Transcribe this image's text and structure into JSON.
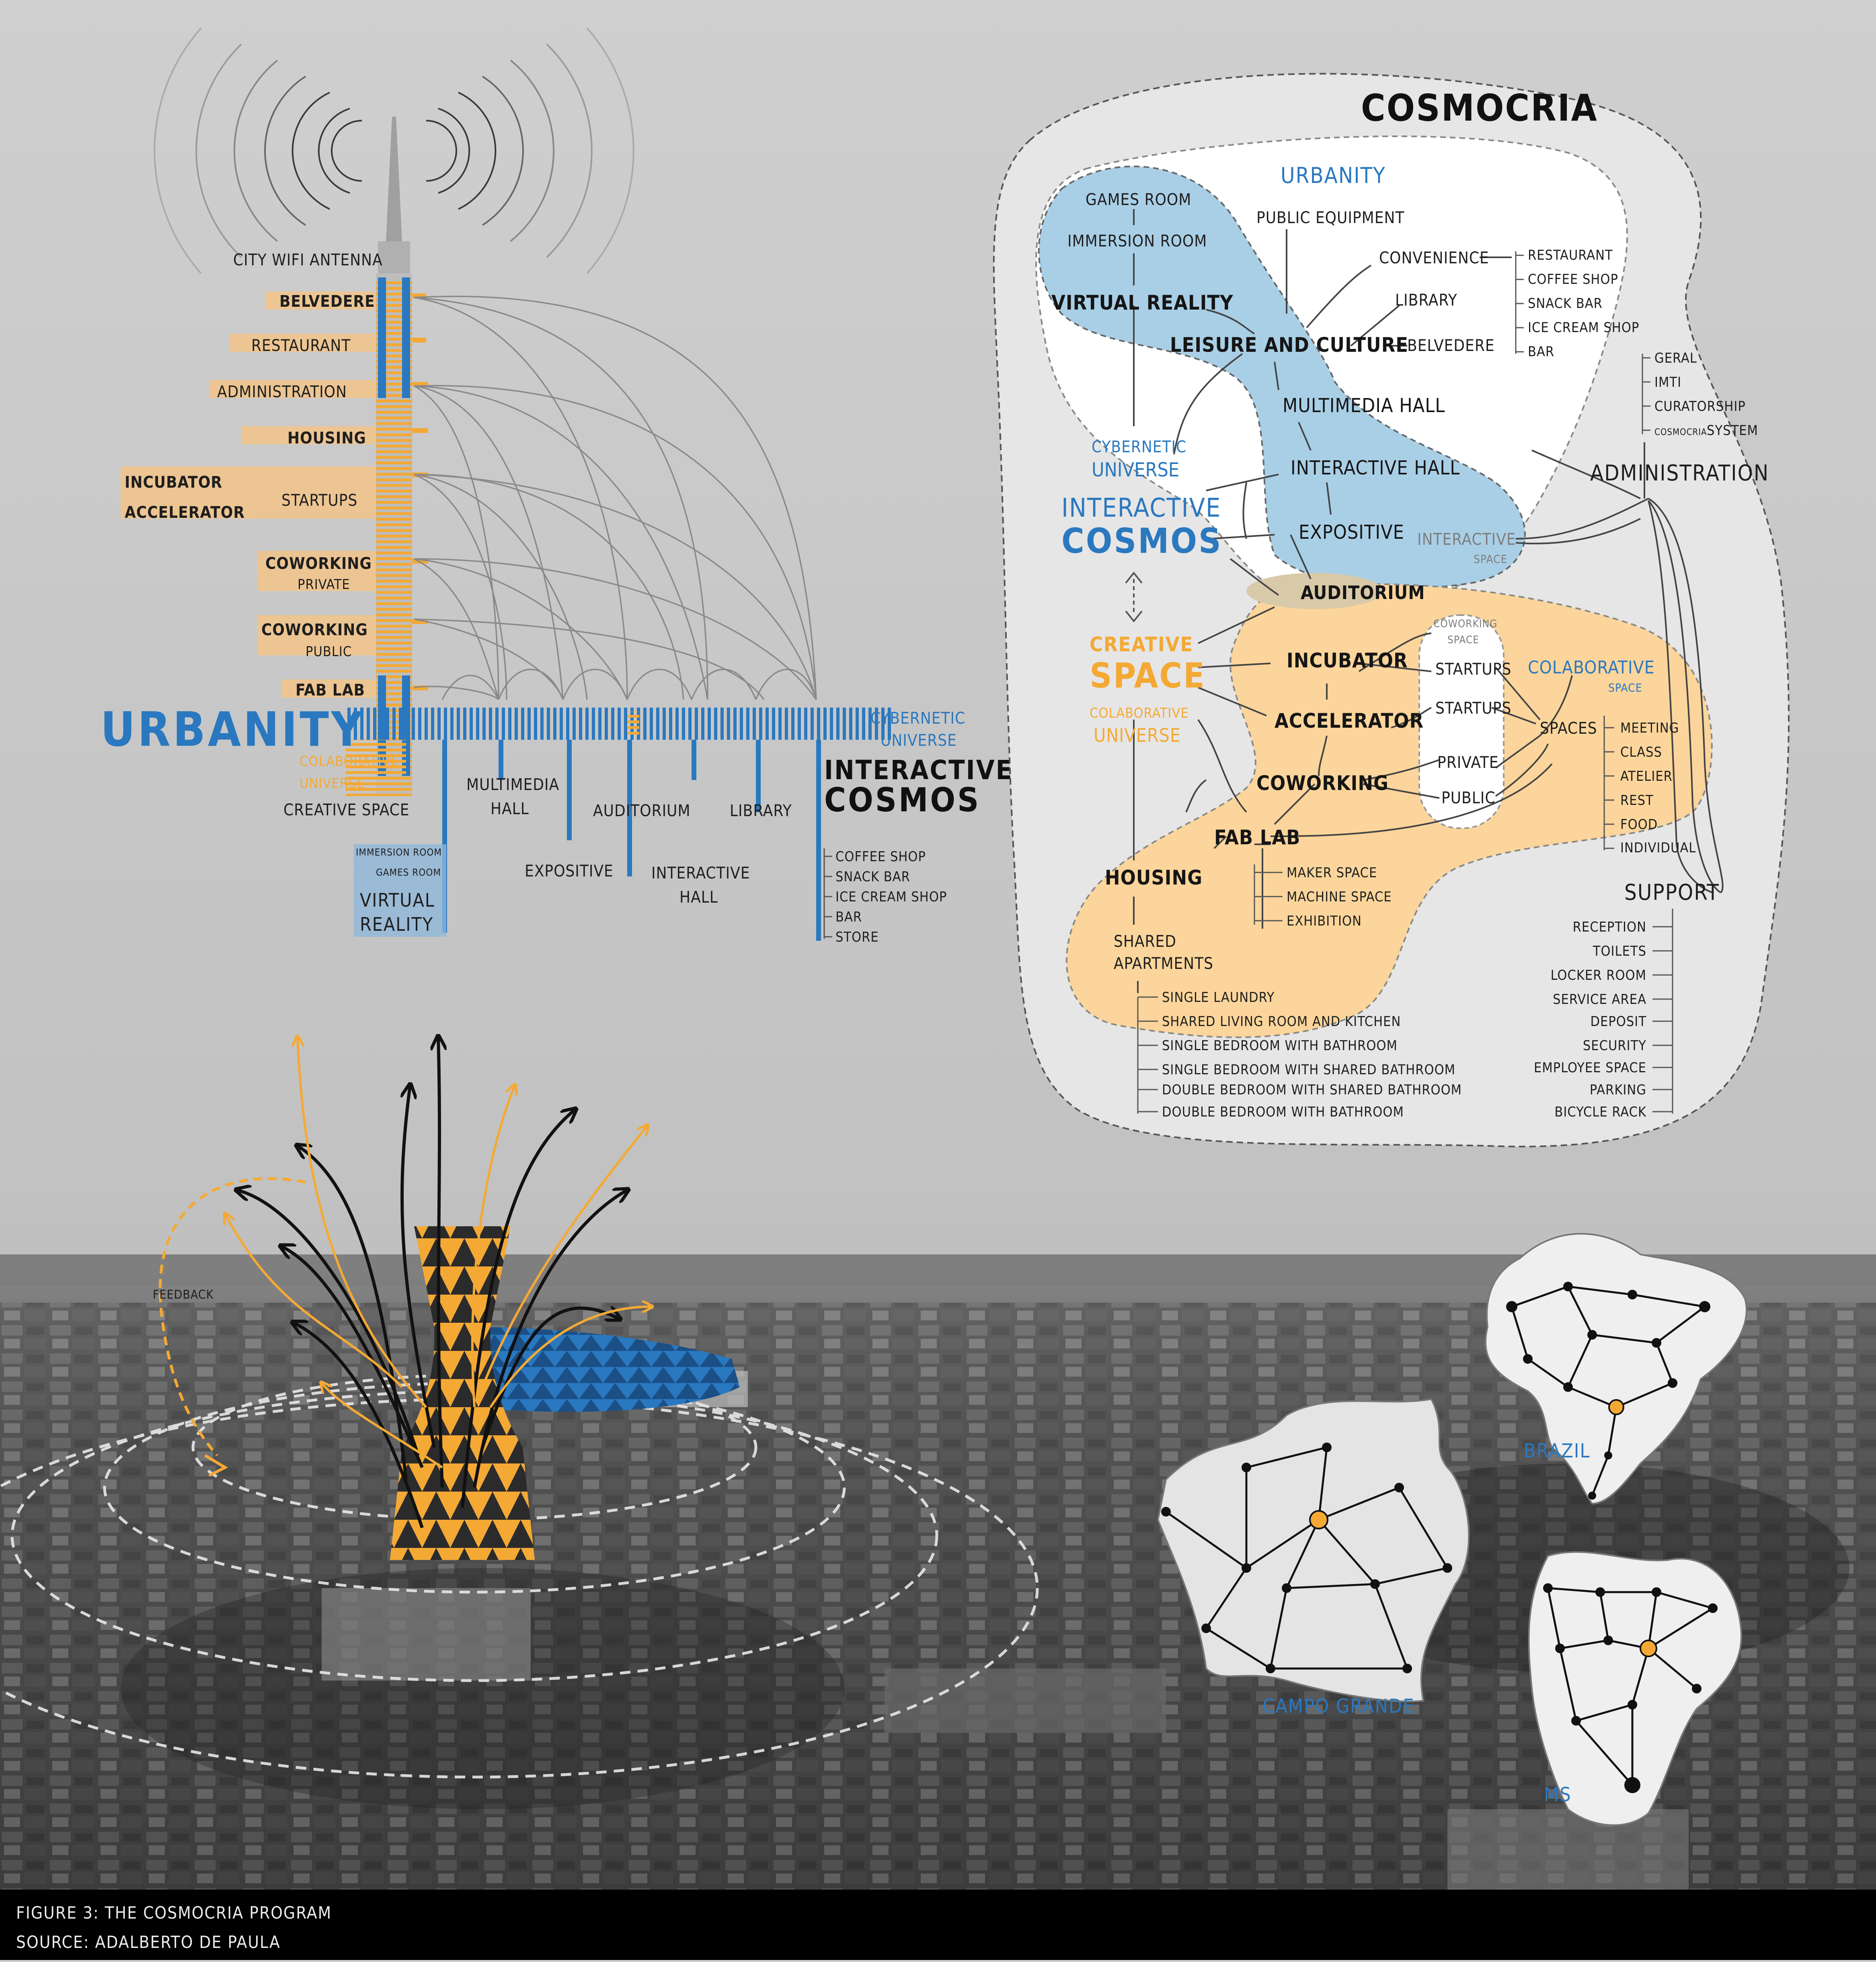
{
  "caption": {
    "line1": "FIGURE 3: THE COSMOCRIA PROGRAM",
    "line2": "SOURCE: ADALBERTO DE PAULA"
  },
  "tower": {
    "antenna": "CITY WIFI ANTENNA",
    "belvedere": "BELVEDERE",
    "restaurant": "RESTAURANT",
    "administration": "ADMINISTRATION",
    "housing": "HOUSING",
    "incubator": "INCUBATOR",
    "accelerator": "ACCELERATOR",
    "startups": "STARTUPS",
    "coworking1": "COWORKING",
    "private": "PRIVATE",
    "coworking2": "COWORKING",
    "public": "PUBLIC",
    "fablab": "FAB LAB",
    "urbanity": "URBANITY",
    "colab1": "COLABORATIVE",
    "colab2": "UNIVERSE",
    "creative": "CREATIVE SPACE",
    "immersion": "IMMERSION ROOM",
    "games": "GAMES ROOM",
    "vr1": "VIRTUAL",
    "vr2": "REALITY",
    "mm1": "MULTIMEDIA",
    "mm2": "HALL",
    "expositive": "EXPOSITIVE",
    "auditorium": "AUDITORIUM",
    "ih1": "INTERACTIVE",
    "ih2": "HALL",
    "library": "LIBRARY",
    "cyb1": "CYBERNETIC",
    "cyb2": "UNIVERSE",
    "ic1": "INTERACTIVE",
    "ic2": "COSMOS",
    "shop": [
      "COFFEE SHOP",
      "SNACK BAR",
      "ICE CREAM SHOP",
      "BAR",
      "STORE"
    ]
  },
  "cosmocria": {
    "title": "COSMOCRIA",
    "urbanity": "URBANITY",
    "public_equipment": "PUBLIC EQUIPMENT",
    "games_room": "GAMES ROOM",
    "immersion_room": "IMMERSION ROOM",
    "virtual_reality": "VIRTUAL REALITY",
    "convenience": "CONVENIENCE",
    "convenience_items": [
      "RESTAURANT",
      "COFFEE SHOP",
      "SNACK BAR",
      "ICE CREAM SHOP",
      "BAR"
    ],
    "library": "LIBRARY",
    "belvedere": "BELVEDERE",
    "leisure": "LEISURE AND CULTURE",
    "multimedia": "MULTIMEDIA HALL",
    "cyb1": "CYBERNETIC",
    "cyb2": "UNIVERSE",
    "interactive_hall": "INTERACTIVE HALL",
    "ic1": "INTERACTIVE",
    "ic2": "COSMOS",
    "expositive": "EXPOSITIVE",
    "ispace1": "INTERACTIVE",
    "ispace2": "SPACE",
    "admin_items": [
      "GERAL",
      "IMTI",
      "CURATORSHIP"
    ],
    "admin_sys_small": "COSMOCRIA",
    "admin_sys": "SYSTEM",
    "administration": "ADMINISTRATION",
    "auditorium": "AUDITORIUM",
    "cws1": "COWORKING",
    "cws2": "SPACE",
    "creative1": "CREATIVE",
    "creative2": "SPACE",
    "incubator": "INCUBATOR",
    "startups1": "STARTUPS",
    "startups2": "STARTUPS",
    "colab_space1": "COLABORATIVE",
    "colab_space2": "SPACE",
    "accelerator": "ACCELERATOR",
    "spaces": "SPACES",
    "spaces_items": [
      "MEETING",
      "CLASS",
      "ATELIER",
      "REST",
      "FOOD",
      "INDIVIDUAL"
    ],
    "colab_u1": "COLABORATIVE",
    "colab_u2": "UNIVERSE",
    "coworking": "COWORKING",
    "private": "PRIVATE",
    "public": "PUBLIC",
    "fablab": "FAB LAB",
    "fablab_items": [
      "MAKER SPACE",
      "MACHINE SPACE",
      "EXHIBITION"
    ],
    "housing": "HOUSING",
    "shared1": "SHARED",
    "shared2": "APARTMENTS",
    "housing_items": [
      "SINGLE LAUNDRY",
      "SHARED LIVING ROOM AND KITCHEN",
      "SINGLE BEDROOM WITH BATHROOM",
      "SINGLE BEDROOM WITH SHARED BATHROOM",
      "DOUBLE BEDROOM WITH SHARED BATHROOM",
      "DOUBLE BEDROOM WITH BATHROOM"
    ],
    "support": "SUPPORT",
    "support_items": [
      "RECEPTION",
      "TOILETS",
      "LOCKER ROOM",
      "SERVICE AREA",
      "DEPOSIT",
      "SECURITY",
      "EMPLOYEE SPACE",
      "PARKING",
      "BICYCLE RACK"
    ]
  },
  "photo": {
    "feedback": "FEEDBACK",
    "brazil": "BRAZIL",
    "campo": "CAMPO GRANDE",
    "ms": "MS"
  },
  "colors": {
    "blue": "#2a78bf",
    "orange": "#f4a935",
    "light_blue": "#a9cfe6",
    "light_orange": "#fbd59b"
  }
}
